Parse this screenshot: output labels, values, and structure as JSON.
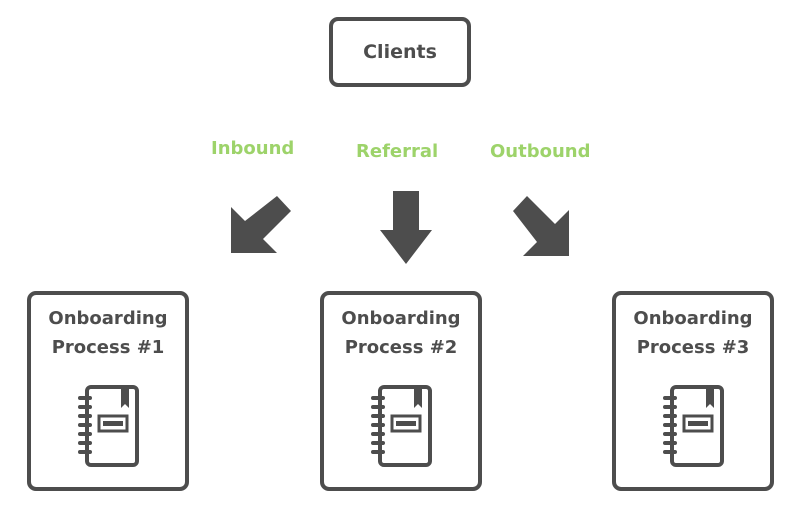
{
  "source": {
    "label": "Clients"
  },
  "channels": [
    {
      "label": "Inbound"
    },
    {
      "label": "Referral"
    },
    {
      "label": "Outbound"
    }
  ],
  "processes": [
    {
      "line1": "Onboarding",
      "line2": "Process #1",
      "icon": "notebook-icon"
    },
    {
      "line1": "Onboarding",
      "line2": "Process #2",
      "icon": "notebook-icon"
    },
    {
      "line1": "Onboarding",
      "line2": "Process #3",
      "icon": "notebook-icon"
    }
  ],
  "colors": {
    "box_border": "#4d4d4d",
    "text": "#4d4d4d",
    "channel_label": "#9dd36a",
    "arrow": "#4d4d4d"
  }
}
